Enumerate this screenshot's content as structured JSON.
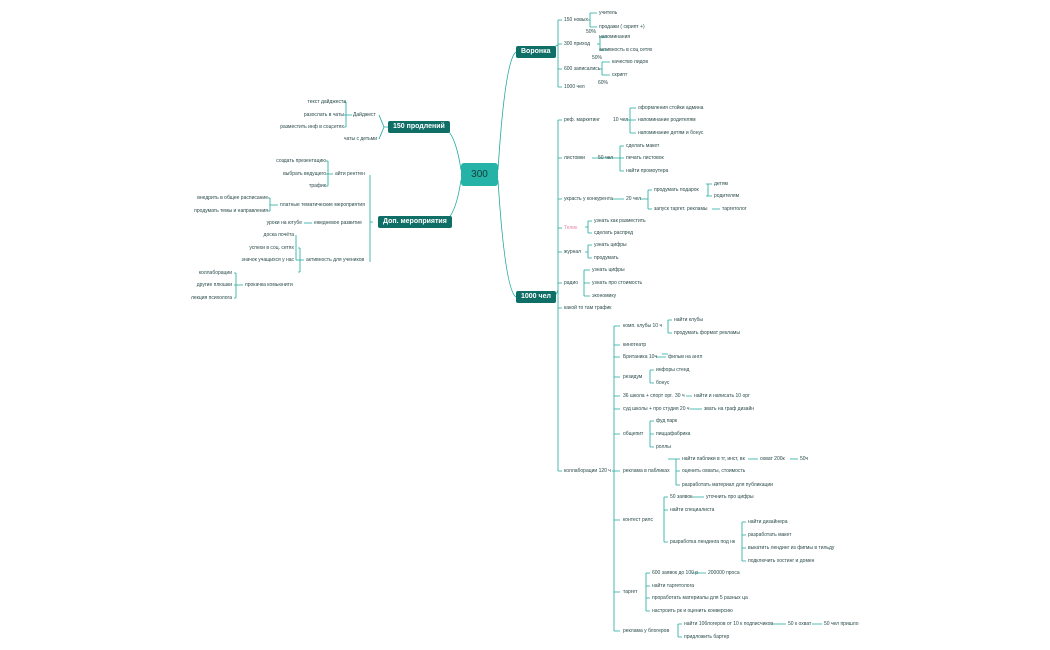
{
  "root": "300",
  "branches": {
    "voronka": "Воронка",
    "b150": "150 продлений",
    "dop": "Доп. мероприятия",
    "b1000": "1000 чел"
  },
  "funnel": {
    "s1": "150 новых",
    "s1a": "учитель",
    "s1b": "продажи ( скрипт +)",
    "p1": "50%",
    "s2": "300 приход",
    "s2a": "напоминания",
    "s2b": "активность в соц сетях",
    "p2": "50%",
    "s3": "600 записались",
    "s3a": "качество лидов",
    "s3b": "скрипт",
    "p3": "60%",
    "s4": "1000 чел"
  },
  "prod150": {
    "digest": "Дайджест",
    "d1": "текст дайджеста",
    "d2": "разослать в чаты",
    "d3": "разместить инф в соцсетях",
    "chats": "чаты с детьми"
  },
  "dop": {
    "rent": "айти рентген",
    "r1": "создать презентацию",
    "r2": "выбрать ведущего",
    "r3": "трафик",
    "plat": "платные тематические мероприятия",
    "pl1": "внедрить в общее расписание",
    "pl2": "продумать темы и направления",
    "yt": "уроки на ютубе",
    "dev": "ежедневое развитие",
    "act": "активность для учеников",
    "a1": "доска почёта",
    "a2": "успехи в соц. сетях",
    "a3": "значок учащихся у нас",
    "comm": "прокачка комьюнити",
    "c1": "коллаборации",
    "c2": "другие плюшки",
    "c3": "лекция психолога"
  },
  "k1000": {
    "ref": "реф. маркетинг",
    "ref_n": "10 чел",
    "ref1": "оформления стойки админа",
    "ref2": "напоминание родителям",
    "ref3": "напоминание детям и бонус",
    "lf": "листовки",
    "lf_n": "50 чел",
    "lf1": "сделать макет",
    "lf2": "печать листовок",
    "lf3": "найти промоутера",
    "ks": "украсть у конкурента",
    "ks_n": "20 чел",
    "ks1": "продумать подарок",
    "ks1a": "детям",
    "ks1b": "родителям",
    "ks2": "запуск таргет. рекламы",
    "ks2a": "таргетолог",
    "tv": "Телик",
    "tv1": "узнать как разместить",
    "tv2": "сделать распред",
    "jr": "журнал",
    "jr1": "узнать цифры",
    "jr2": "продумать",
    "rd": "радио",
    "rd1": "узнать цифры",
    "rd2": "узнать про стоимость",
    "rd3": "экономику",
    "ktt": "какой то там трафик",
    "coll": "коллаборации 120 ч",
    "clubs": "комп. клубы 10 ч",
    "cl1": "найти клубы",
    "cl2": "продумать формат рекламы",
    "kino": "кинотеатр",
    "brit": "Британика 10ч",
    "brit1": "фильм на англ",
    "rez": "резидум",
    "rez1": "инфоры стенд",
    "rez2": "бонус",
    "sch": "36 школа + спорт орг.",
    "sch_n": "30 ч",
    "sch1": "найти и написать 10 орг",
    "sud": "суд школы + про студия 20 ч",
    "sud1": "звать на граф дизайн",
    "obs": "общепит",
    "obs1": "фуд парк",
    "obs2": "пиццафабрика",
    "obs3": "роллы",
    "pub": "реклама в пабликах",
    "pub1": "найти паблики в тг, инст, вк",
    "pub1a": "охват 200к",
    "pub1b": "50ч",
    "pub2": "оценить охваты, стоимость",
    "pub3": "разработать материал для публикации",
    "reels": "контест рилс",
    "re1": "50 заявок",
    "re1a": "уточнить про  цифры",
    "re2": "найти специалиста",
    "re3": "разработка лендинга под нк",
    "re3a": "найти дизайнера",
    "re3b": "разработать макет",
    "re3c": "выкатить лендинг из фигмы в тильду",
    "re3d": "подключить хостинг и домен",
    "tg": "таргет",
    "tg1": "600 заявок до 100 р",
    "tg1a": "200000 проса",
    "tg2": "найти таргетолога",
    "tg3": "проработать материалы для 5 разных ца",
    "tg4": "настроить рк и оценить конверсию",
    "bl": "реклама у блогеров",
    "bl1": "найти 10блогеров от 10 к подписчиков",
    "bl1a": "50 к охват",
    "bl1b": "50 чел пришло",
    "bl2": "придложить бартер"
  }
}
